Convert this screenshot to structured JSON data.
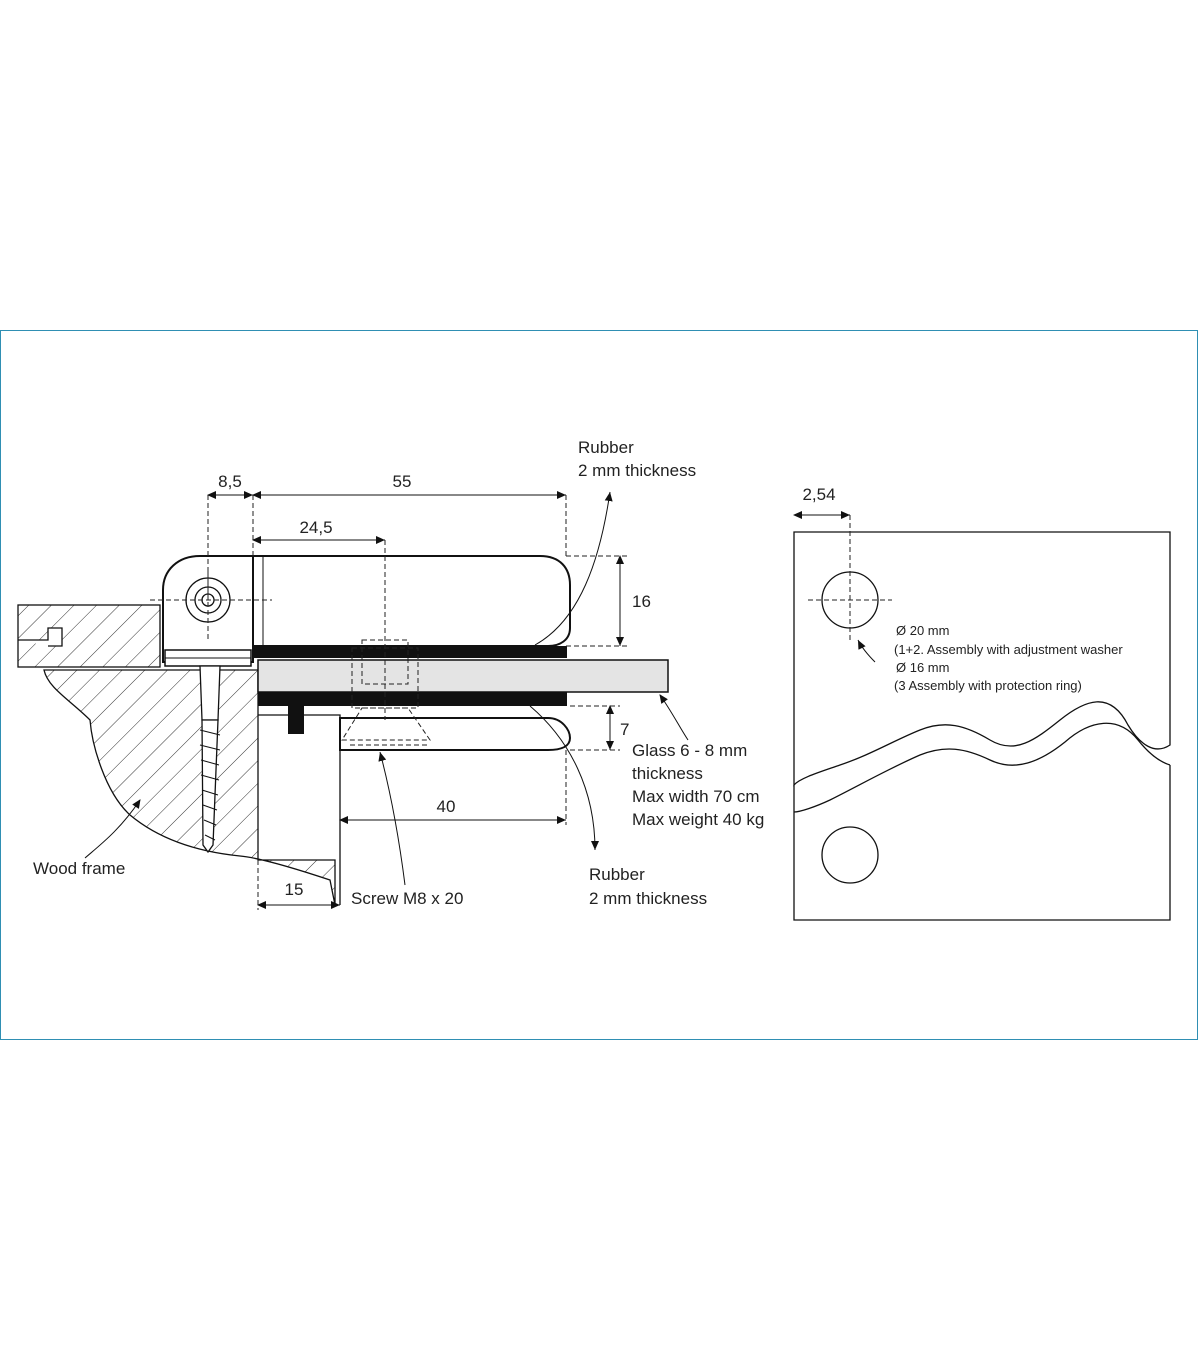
{
  "colors": {
    "frame_border": "#2f8fb3",
    "ink": "#111111",
    "glass_fill": "#e4e4e4",
    "rubber_fill": "#111111"
  },
  "dimensions": {
    "d_8_5": "8,5",
    "d_55": "55",
    "d_24_5": "24,5",
    "d_16": "16",
    "d_7": "7",
    "d_40": "40",
    "d_15": "15",
    "d_2_54": "2,54"
  },
  "labels": {
    "rubber_top_1": "Rubber",
    "rubber_top_2": "2 mm thickness",
    "glass_1": "Glass 6 - 8 mm",
    "glass_2": "thickness",
    "glass_3": "Max width 70 cm",
    "glass_4": "Max weight 40 kg",
    "rubber_bottom_1": "Rubber",
    "rubber_bottom_2": "2 mm thickness",
    "wood_frame": "Wood frame",
    "screw": "Screw M8 x 20",
    "hole_1": "Ø 20 mm",
    "hole_2": "(1+2. Assembly with adjustment washer",
    "hole_3": "Ø 16 mm",
    "hole_4": "(3 Assembly with protection ring)"
  }
}
